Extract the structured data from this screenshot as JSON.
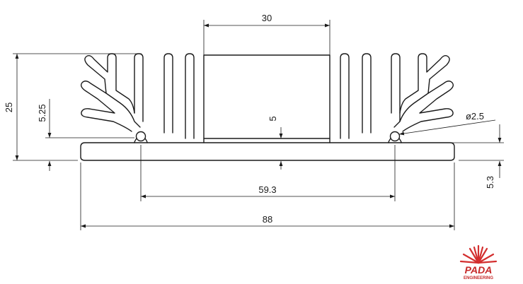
{
  "drawing": {
    "dimensions": {
      "top_width": "30",
      "height": "25",
      "groove_height": "5.25",
      "base_thickness_inner": "5",
      "hole_diameter": "ø2.5",
      "hole_spacing": "59.3",
      "overall_width": "88",
      "base_thickness": "5.3"
    }
  },
  "logo": {
    "name": "PADA",
    "subtitle": "ENGINEERING",
    "color": "#d32f2f"
  },
  "colors": {
    "line": "#1a1a1a",
    "background": "#ffffff"
  }
}
